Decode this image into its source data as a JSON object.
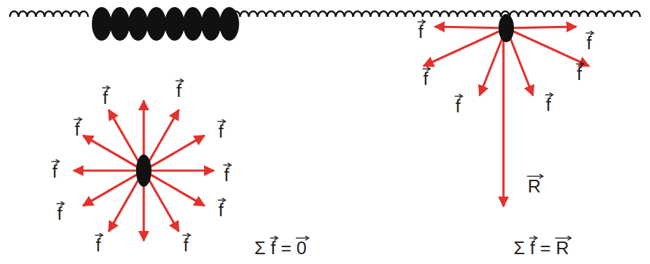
{
  "diagram": {
    "labels": [
      "f",
      "f",
      "f",
      "f",
      "f",
      "f",
      "f",
      "f",
      "f",
      "f",
      "Σ f = 0",
      "f",
      "f",
      "f",
      "f",
      "f",
      "f",
      "R",
      "Σ f = R"
    ]
  }
}
